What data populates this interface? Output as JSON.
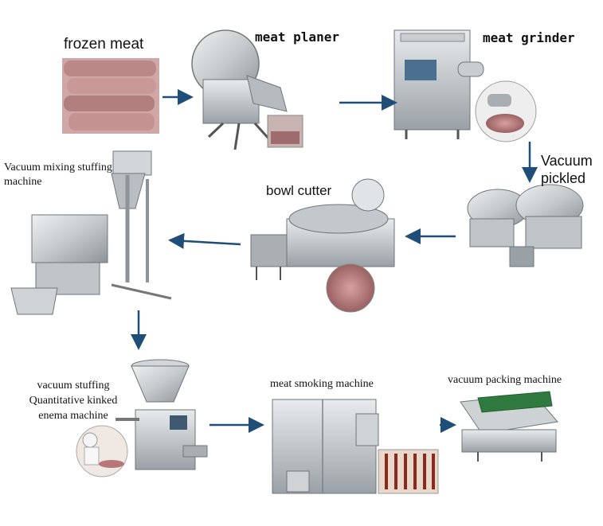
{
  "steps": {
    "frozen_meat": "frozen meat",
    "meat_planer": "meat planer",
    "meat_grinder": "meat grinder",
    "vacuum_pickled_line1": "Vacuum",
    "vacuum_pickled_line2": "pickled",
    "bowl_cutter": "bowl cutter",
    "vacuum_mixing_line1": "Vacuum mixing stuffing",
    "vacuum_mixing_line2": "machine",
    "vacuum_stuffing_line1": "vacuum stuffing",
    "vacuum_stuffing_line2": "Quantitative kinked",
    "vacuum_stuffing_line3": "enema machine",
    "meat_smoking": "meat smoking machine",
    "vacuum_packing": "vacuum packing machine"
  },
  "colors": {
    "arrow": "#1f4e79",
    "steel_light": "#d9dde0",
    "steel_mid": "#aeb4b8",
    "steel_dark": "#6f767b",
    "meat": "#b9767a",
    "conveyor_green": "#2f7a3e",
    "sausage": "#8a2a1c"
  }
}
